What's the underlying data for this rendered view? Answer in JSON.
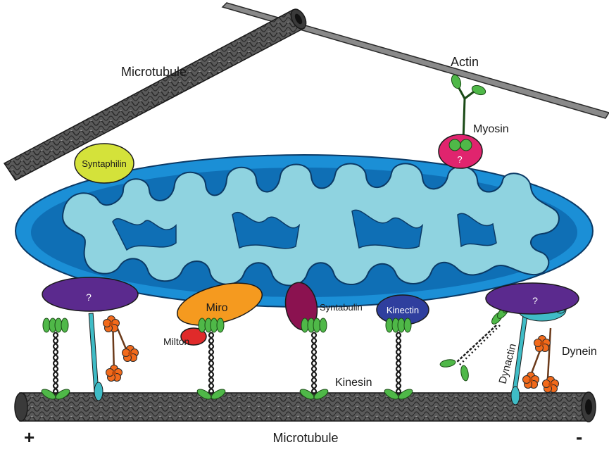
{
  "labels": {
    "microtubule_top": "Microtubule",
    "actin": "Actin",
    "myosin": "Myosin",
    "myosin_unknown": "?",
    "syntaphilin": "Syntaphilin",
    "unknown_left": "?",
    "unknown_right": "?",
    "miro": "Miro",
    "milton": "Milton",
    "syntabulin": "Syntabulin",
    "kinectin": "Kinectin",
    "kinesin": "Kinesin",
    "dynactin": "Dynactin",
    "dynein": "Dynein",
    "microtubule_bottom": "Microtubule",
    "plus_end": "+",
    "minus_end": "-"
  },
  "colors": {
    "microtubule": "#4a4a4a",
    "actin": "#7a7a7a",
    "mito_outer": "#1b8fd6",
    "mito_matrix": "#0f6fb5",
    "mito_cristae": "#8fd3e0",
    "kinesin_head": "#4fb848",
    "syntaphilin": "#d4e23a",
    "myosin_adaptor": "#e0246e",
    "unknown_adaptor": "#5b2a8e",
    "miro": "#f59a1f",
    "milton": "#e02a2a",
    "syntabulin": "#8b1250",
    "kinectin": "#2f3f9e",
    "dynactin": "#3fbcc6",
    "dynein": "#f26a1b"
  }
}
